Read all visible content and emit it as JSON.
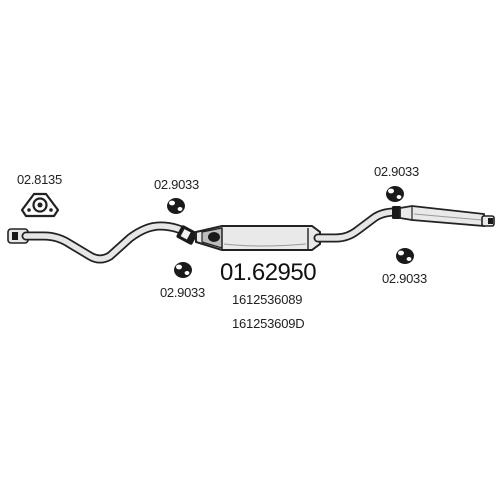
{
  "labels": {
    "bracket_code": "02.8135",
    "hanger_top_left": "02.9033",
    "hanger_bottom_left": "02.9033",
    "hanger_top_right": "02.9033",
    "hanger_bottom_right": "02.9033",
    "main_part_number": "01.62950",
    "oem_number_1": "1612536089",
    "oem_number_2": "161253609D"
  },
  "icons": {
    "bracket": "exhaust-flange-bracket-icon",
    "hanger": "rubber-hanger-icon"
  },
  "colors": {
    "line": "#222222",
    "fill": "#e6e6e6",
    "background": "#ffffff"
  }
}
